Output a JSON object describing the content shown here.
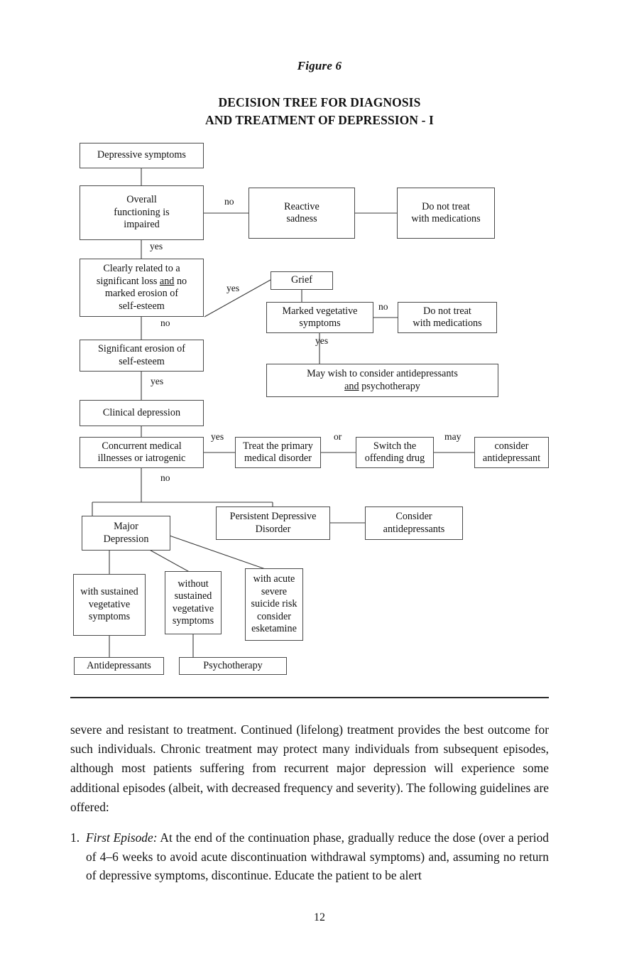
{
  "figure": {
    "label": "Figure 6",
    "title_line1": "DECISION TREE FOR DIAGNOSIS",
    "title_line2": "AND TREATMENT OF DEPRESSION - I"
  },
  "flowchart": {
    "type": "decision-tree",
    "nodes": [
      {
        "id": "depressive-symptoms",
        "label": "Depressive symptoms"
      },
      {
        "id": "overall-functioning",
        "label": "Overall functioning is impaired"
      },
      {
        "id": "reactive-sadness",
        "label": "Reactive sadness"
      },
      {
        "id": "do-not-treat-1",
        "label": "Do not treat with medications"
      },
      {
        "id": "clearly-related-loss",
        "label": "Clearly related to a significant loss and no marked erosion of self-esteem"
      },
      {
        "id": "grief",
        "label": "Grief"
      },
      {
        "id": "marked-vegetative",
        "label": "Marked vegetative symptoms"
      },
      {
        "id": "do-not-treat-2",
        "label": "Do not treat with medications"
      },
      {
        "id": "may-wish-consider",
        "label": "May wish to consider antidepressants and psychotherapy"
      },
      {
        "id": "significant-erosion",
        "label": "Significant erosion of self-esteem"
      },
      {
        "id": "clinical-depression",
        "label": "Clinical depression"
      },
      {
        "id": "concurrent-medical",
        "label": "Concurrent medical illnesses or iatrogenic"
      },
      {
        "id": "treat-primary",
        "label": "Treat the primary medical disorder"
      },
      {
        "id": "switch-drug",
        "label": "Switch the offending drug"
      },
      {
        "id": "consider-antidepressant",
        "label": "consider antidepressant"
      },
      {
        "id": "major-depression",
        "label": "Major Depression"
      },
      {
        "id": "persistent-depressive",
        "label": "Persistent Depressive Disorder"
      },
      {
        "id": "consider-antidepressants",
        "label": "Consider antidepressants"
      },
      {
        "id": "with-sustained",
        "label": "with sustained vegetative symptoms"
      },
      {
        "id": "without-sustained",
        "label": "without sustained vegetative symptoms"
      },
      {
        "id": "acute-suicide-risk",
        "label": "with acute severe suicide risk consider esketamine"
      },
      {
        "id": "antidepressants",
        "label": "Antidepressants"
      },
      {
        "id": "psychotherapy",
        "label": "Psychotherapy"
      }
    ],
    "box_text": {
      "depressive_symptoms": "Depressive symptoms",
      "overall_functioning_l1": "Overall",
      "overall_functioning_l2": "functioning is",
      "overall_functioning_l3": "impaired",
      "reactive_sadness_l1": "Reactive",
      "reactive_sadness_l2": "sadness",
      "do_not_treat_l1": "Do not treat",
      "do_not_treat_l2": "with medications",
      "clearly_related_l1": "Clearly related to a",
      "clearly_related_l2a": "significant loss ",
      "clearly_related_l2b": "and",
      "clearly_related_l2c": " no",
      "clearly_related_l3": "marked erosion of",
      "clearly_related_l4": "self-esteem",
      "grief": "Grief",
      "marked_vegetative_l1": "Marked vegetative",
      "marked_vegetative_l2": "symptoms",
      "do_not_treat_2_l1": "Do not treat",
      "do_not_treat_2_l2": "with medications",
      "may_wish_l1": "May wish to consider antidepressants",
      "may_wish_l2a": "and",
      "may_wish_l2b": " psychotherapy",
      "significant_erosion_l1": "Significant erosion of",
      "significant_erosion_l2": "self-esteem",
      "clinical_depression": "Clinical depression",
      "concurrent_medical_l1": "Concurrent medical",
      "concurrent_medical_l2": "illnesses or iatrogenic",
      "treat_primary_l1": "Treat the primary",
      "treat_primary_l2": "medical disorder",
      "switch_drug_l1": "Switch the",
      "switch_drug_l2": "offending drug",
      "consider_antidepressant_l1": "consider",
      "consider_antidepressant_l2": "antidepressant",
      "major_depression_l1": "Major",
      "major_depression_l2": "Depression",
      "persistent_l1": "Persistent Depressive",
      "persistent_l2": "Disorder",
      "consider_antidepressants_l1": "Consider",
      "consider_antidepressants_l2": "antidepressants",
      "with_sustained_l1": "with sustained",
      "with_sustained_l2": "vegetative",
      "with_sustained_l3": "symptoms",
      "without_sustained_l1": "without",
      "without_sustained_l2": "sustained",
      "without_sustained_l3": "vegetative",
      "without_sustained_l4": "symptoms",
      "acute_l1": "with acute",
      "acute_l2": "severe",
      "acute_l3": "suicide risk",
      "acute_l4": "consider",
      "acute_l5": "esketamine",
      "antidepressants": "Antidepressants",
      "psychotherapy": "Psychotherapy"
    },
    "edge_labels": {
      "overall_no": "no",
      "overall_yes": "yes",
      "clearly_yes": "yes",
      "clearly_no": "no",
      "vegetative_no": "no",
      "vegetative_yes": "yes",
      "erosion_yes": "yes",
      "concurrent_yes": "yes",
      "concurrent_no": "no",
      "treat_or": "or",
      "switch_may": "may"
    }
  },
  "body": {
    "paragraph": "severe and resistant to treatment. Continued (lifelong) treatment provides the best outcome for such individuals. Chronic treatment may protect many individuals from subsequent episodes, although most patients suffering from recurrent major depression will experience some additional episodes (albeit, with decreased frequency and severity). The following guidelines are offered:",
    "list_items": [
      {
        "number": "1.",
        "lead": "First Episode:",
        "text": " At the end of the continuation phase, gradually reduce the dose (over a period of 4–6 weeks to avoid acute discontinuation withdrawal symptoms) and, assuming no return of depressive symptoms, discontinue. Educate the patient to be alert"
      }
    ]
  },
  "page_number": "12"
}
